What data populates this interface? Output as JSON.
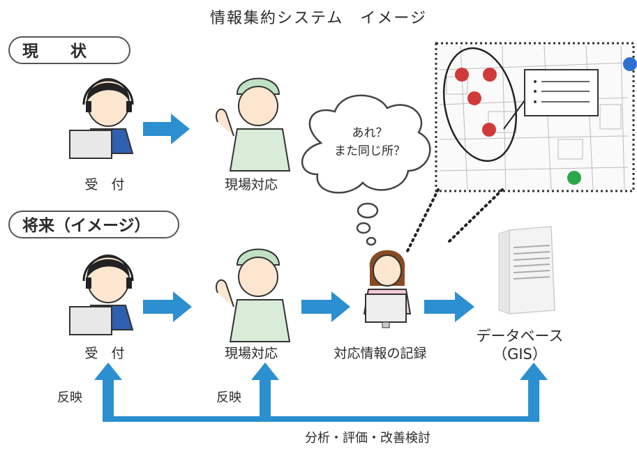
{
  "title": "情報集約システム　イメージ",
  "sections": {
    "current": "現　　状",
    "future": "将来（イメージ）"
  },
  "current_row": {
    "reception": "受　付",
    "field": "現場対応"
  },
  "future_row": {
    "reception": "受　付",
    "field": "現場対応",
    "record": "対応情報の記録",
    "database_line1": "データベース",
    "database_line2": "（GIS）"
  },
  "thought_bubble": {
    "line1": "あれ？",
    "line2": "また同じ所？"
  },
  "feedback": {
    "left": "反映",
    "mid": "反映",
    "bottom": "分析・評価・改善検討"
  },
  "colors": {
    "arrow": "#2b8fd0",
    "marker_red": "#d03a3a",
    "marker_blue": "#2f6fd0",
    "marker_green": "#2aa84a"
  }
}
